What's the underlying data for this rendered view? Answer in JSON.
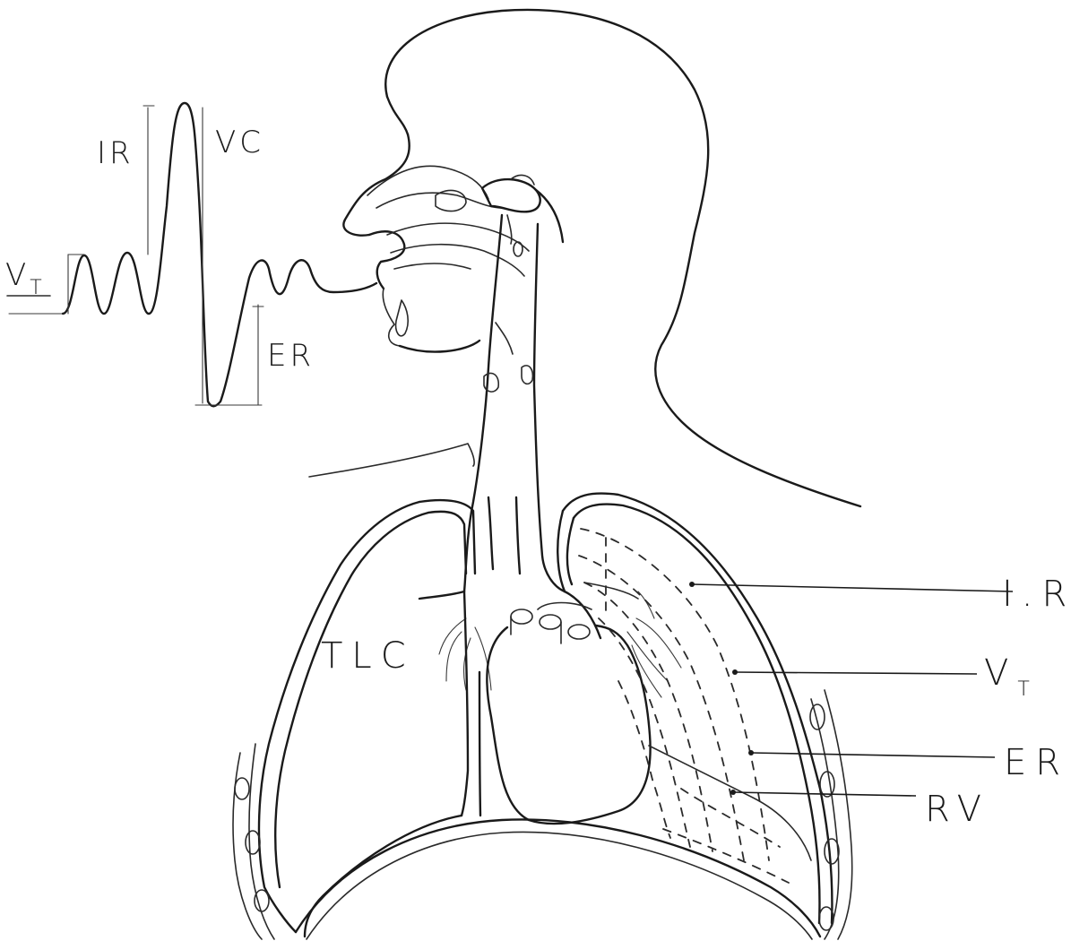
{
  "spirogram": {
    "vt_main": "V",
    "vt_sub": "T",
    "ir": "IR",
    "vc": "VC",
    "er": "ER"
  },
  "lung": {
    "tlc": "TLC",
    "ir": "I.R",
    "vt_main": "V",
    "vt_sub": "T",
    "er": "ER",
    "rv": "RV"
  },
  "colors": {
    "ink": "#1a1a1a",
    "background": "#ffffff"
  }
}
